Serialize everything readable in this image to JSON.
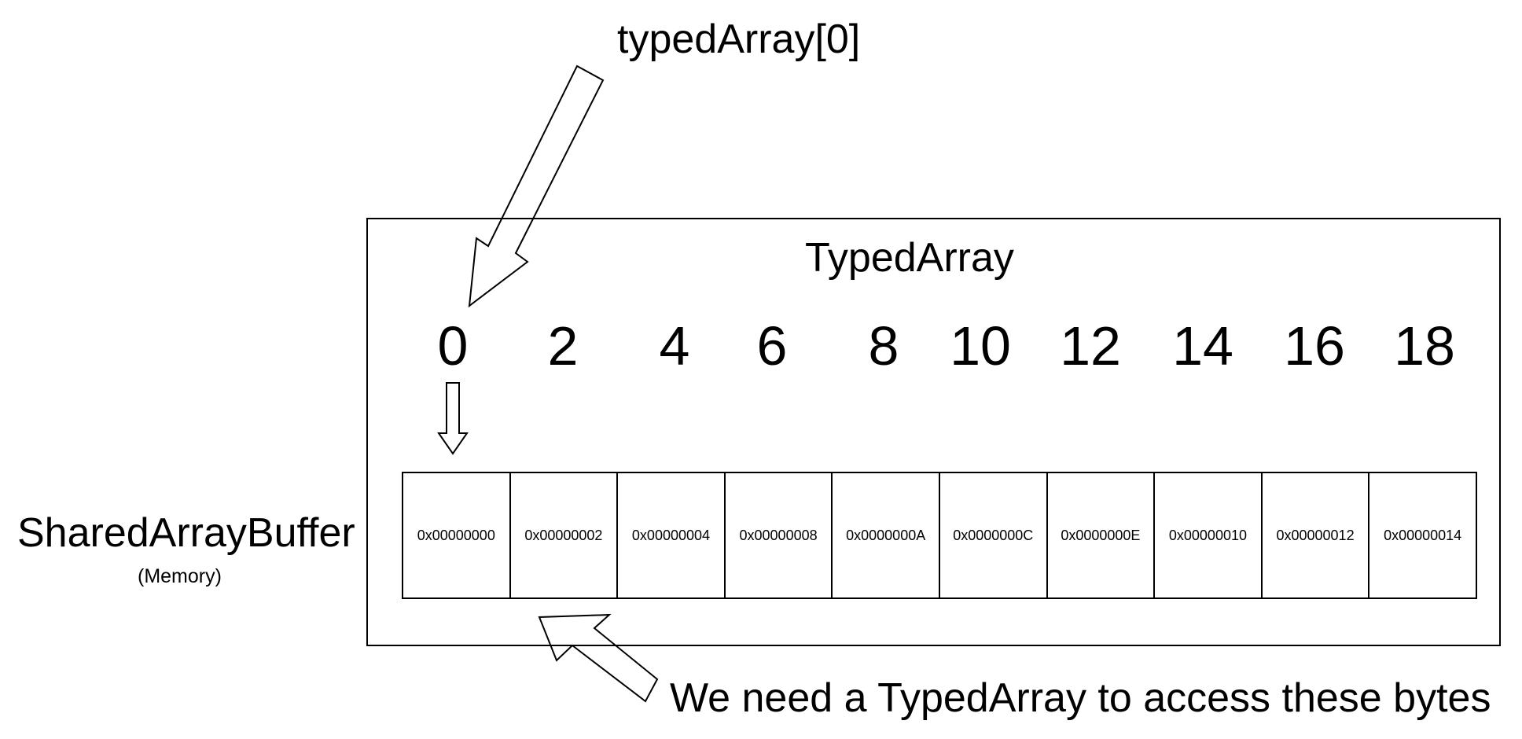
{
  "labels": {
    "top_pointer": "typedArray[0]",
    "frame_title": "TypedArray",
    "buffer_title": "SharedArrayBuffer",
    "buffer_subtitle": "(Memory)",
    "bottom_note": "We need a TypedArray to access these bytes"
  },
  "indices": [
    "0",
    "2",
    "4",
    "6",
    "8",
    "10",
    "12",
    "14",
    "16",
    "18"
  ],
  "addresses": [
    "0x00000000",
    "0x00000002",
    "0x00000004",
    "0x00000008",
    "0x0000000A",
    "0x0000000C",
    "0x0000000E",
    "0x00000010",
    "0x00000012",
    "0x00000014"
  ]
}
